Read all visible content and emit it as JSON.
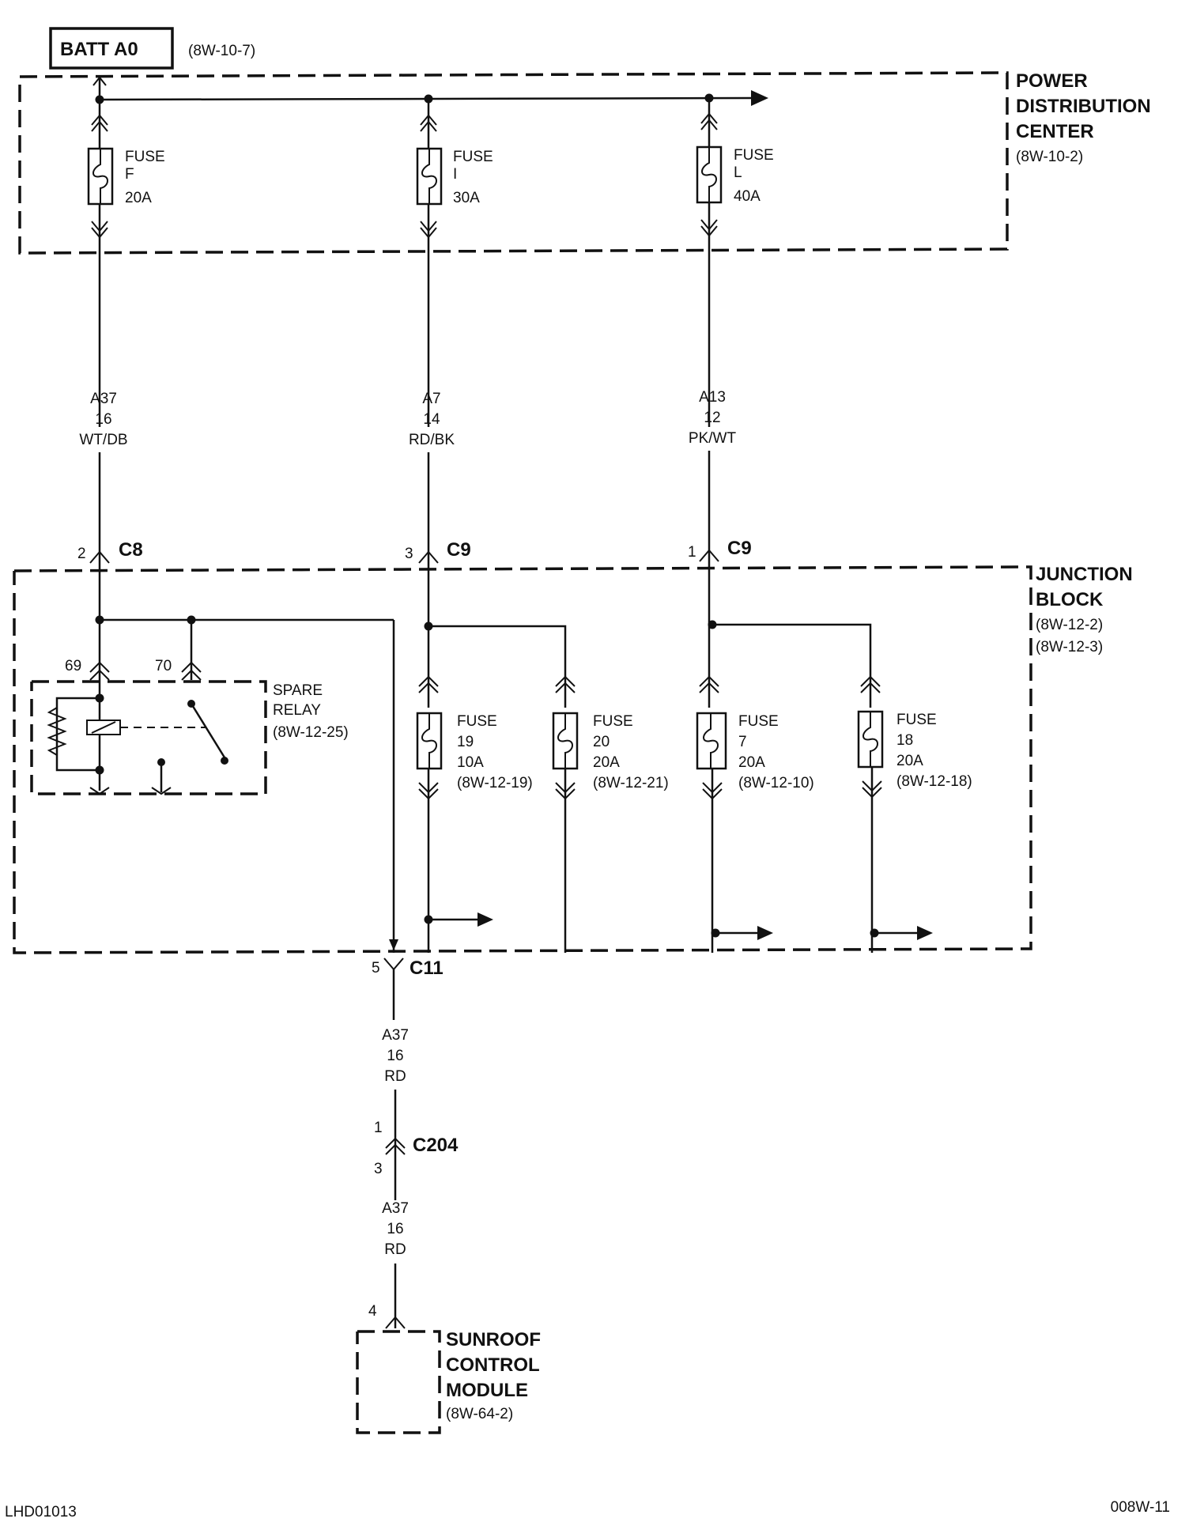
{
  "batt": {
    "label": "BATT A0",
    "ref": "(8W-10-7)"
  },
  "pdc": {
    "title_line1": "POWER",
    "title_line2": "DISTRIBUTION",
    "title_line3": "CENTER",
    "ref": "(8W-10-2)",
    "fuses": [
      {
        "line1": "FUSE",
        "line2": "F",
        "line3": "20A"
      },
      {
        "line1": "FUSE",
        "line2": "I",
        "line3": "30A"
      },
      {
        "line1": "FUSE",
        "line2": "L",
        "line3": "40A"
      }
    ]
  },
  "wires": [
    {
      "circuit": "A37",
      "gauge": "16",
      "color": "WT/DB"
    },
    {
      "circuit": "A7",
      "gauge": "14",
      "color": "RD/BK"
    },
    {
      "circuit": "A13",
      "gauge": "12",
      "color": "PK/WT"
    },
    {
      "circuit": "A37",
      "gauge": "16",
      "color": "RD"
    },
    {
      "circuit": "A37",
      "gauge": "16",
      "color": "RD"
    }
  ],
  "connectors": [
    {
      "pin": "2",
      "name": "C8"
    },
    {
      "pin": "3",
      "name": "C9"
    },
    {
      "pin": "1",
      "name": "C9"
    },
    {
      "pin": "5",
      "name": "C11"
    },
    {
      "pin_top": "1",
      "pin_bottom": "3",
      "name": "C204"
    },
    {
      "pin": "4"
    }
  ],
  "junction_block": {
    "title_line1": "JUNCTION",
    "title_line2": "BLOCK",
    "ref1": "(8W-12-2)",
    "ref2": "(8W-12-3)",
    "relay": {
      "pin_a": "69",
      "pin_b": "70",
      "line1": "SPARE",
      "line2": "RELAY",
      "ref": "(8W-12-25)"
    },
    "fuses": [
      {
        "line1": "FUSE",
        "line2": "19",
        "line3": "10A",
        "ref": "(8W-12-19)"
      },
      {
        "line1": "FUSE",
        "line2": "20",
        "line3": "20A",
        "ref": "(8W-12-21)"
      },
      {
        "line1": "FUSE",
        "line2": "7",
        "line3": "20A",
        "ref": "(8W-12-10)"
      },
      {
        "line1": "FUSE",
        "line2": "18",
        "line3": "20A",
        "ref": "(8W-12-18)"
      }
    ]
  },
  "module": {
    "line1": "SUNROOF",
    "line2": "CONTROL",
    "line3": "MODULE",
    "ref": "(8W-64-2)"
  },
  "footer": {
    "left": "LHD01013",
    "right": "008W-11"
  }
}
